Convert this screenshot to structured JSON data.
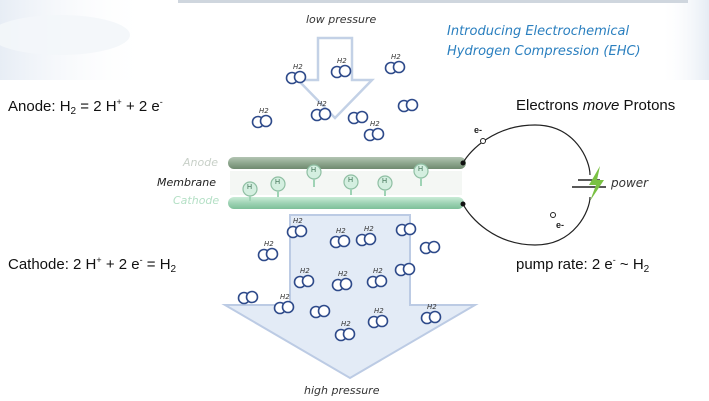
{
  "intro": {
    "line1": "Introducing Electrochemical",
    "line2": "Hydrogen Compression (EHC)"
  },
  "labels": {
    "low_pressure": "low pressure",
    "high_pressure": "high pressure",
    "anode_layer": "Anode",
    "membrane": "Membrane",
    "cathode_layer": "Cathode",
    "power": "power",
    "electron_top": "e-",
    "electron_bottom": "e-",
    "proton": "H",
    "molecule": "H2"
  },
  "anode_eq": {
    "prefix": "Anode: H",
    "sub": "2",
    "mid": " = 2 H",
    "sup1": "+",
    "tail": " + 2 e",
    "sup2": "-"
  },
  "cathode_eq": {
    "prefix": "Cathode: 2 H",
    "sup1": "+",
    "mid": " + 2 e",
    "sup2": "-",
    "tail": " =  H",
    "sub": "2"
  },
  "electrons_text": {
    "pre": "Electrons ",
    "em": "move",
    "post": " Protons"
  },
  "pump_rate": {
    "pre": "pump rate: 2 e",
    "sup": "-",
    "mid": " ~ H",
    "sub": "2"
  },
  "colors": {
    "anode_bar": "#8fa88f",
    "cathode_bar": "#9fd3b5",
    "arrow_fill": "#dce6f3",
    "arrow_stroke": "#b8c9e3",
    "molecule": "#2e4a8a",
    "proton_fill": "#c8ead6",
    "bolt": "#7ac143",
    "intro_text": "#2a7fbf"
  }
}
